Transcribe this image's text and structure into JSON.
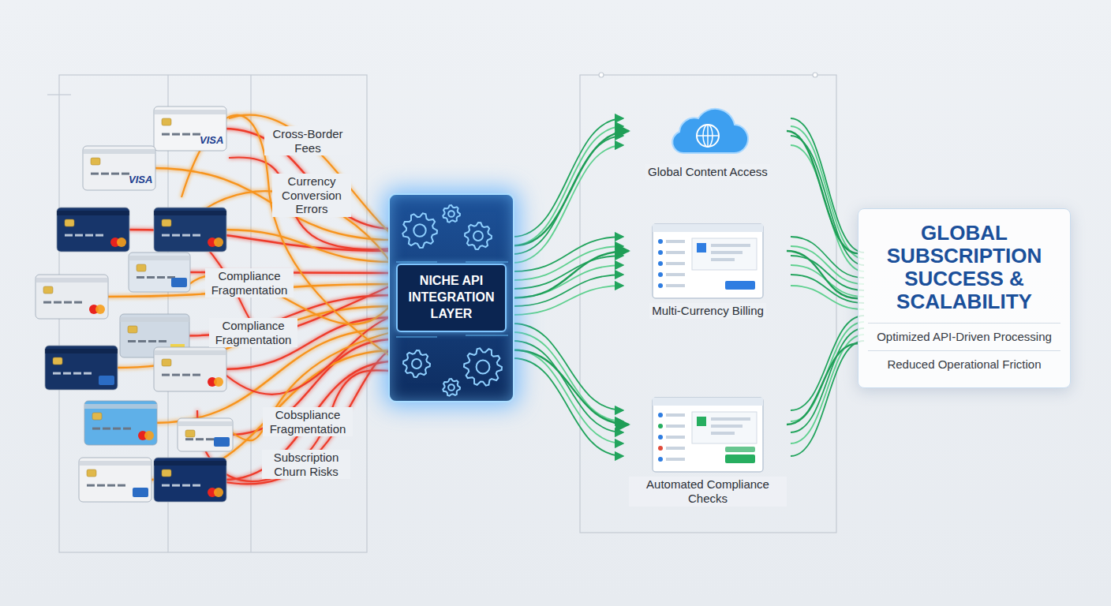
{
  "diagram": {
    "nodes": [
      {
        "text": [
          "NICHE API INTEGRATION LAYER"
        ]
      },
      {
        "text": [
          "Global Content Access"
        ]
      },
      {
        "text": [
          "Multi-Currency Billing"
        ]
      },
      {
        "text": [
          "Automated Compliance Checks"
        ]
      },
      {
        "text": [
          "GLOBAL SUBSCRIPTION SUCCESS & SCALABILITY",
          "Optimized API-Driven Processing",
          "Reduced Operational Friction"
        ]
      }
    ],
    "edges": [
      {
        "from": 0,
        "to": 1,
        "arrow": "to"
      },
      {
        "from": 0,
        "to": 2,
        "arrow": "to"
      },
      {
        "from": 0,
        "to": 3,
        "arrow": "to"
      },
      {
        "from": 1,
        "to": 4,
        "arrow": "none"
      },
      {
        "from": 2,
        "to": 4,
        "arrow": "none"
      },
      {
        "from": 3,
        "to": 4,
        "arrow": "none"
      }
    ],
    "labels": [
      "Cross-Border Fees",
      "Currency Conversion Errors",
      "Compliance Fragmentation",
      "Compliance Fragmentation",
      "Cobspliance Fragmentation",
      "Subscription Churn Risks",
      "VISA",
      "VISA"
    ]
  }
}
